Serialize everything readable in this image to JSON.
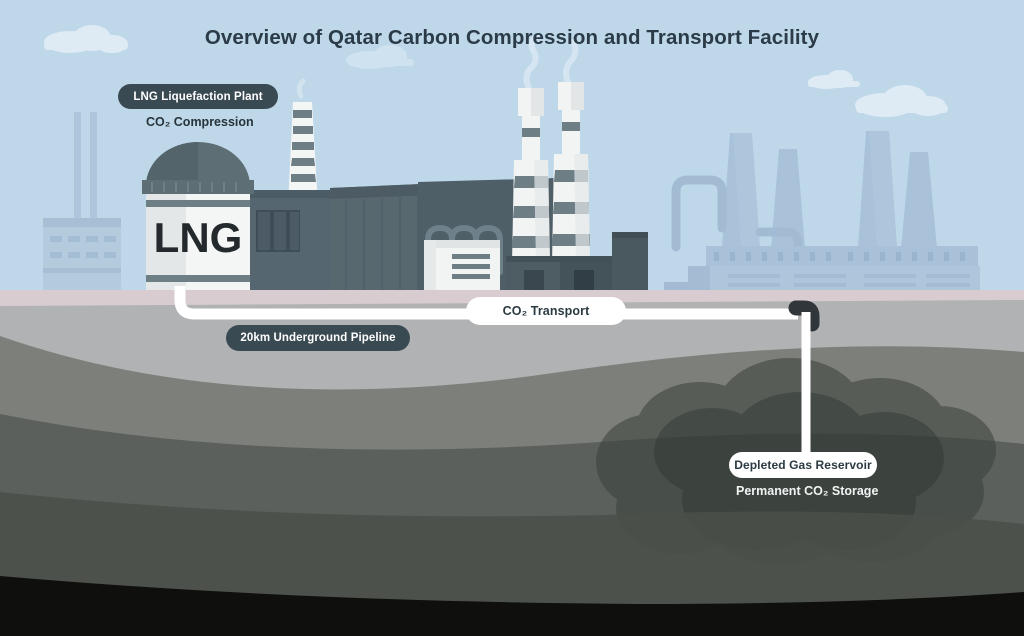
{
  "title": "Overview of Qatar Carbon Compression and Transport Facility",
  "colors": {
    "sky": "#bed8ea",
    "cloud": "#e3eef6",
    "surface_soil": "#d8ccd0",
    "strata_1": "#b0b2b3",
    "strata_2": "#7d7f7a",
    "strata_3": "#5c605c",
    "strata_4": "#4a4f49",
    "strata_5": "#0f100e",
    "reservoir": "#3e4540",
    "pill_dark": "#3a4a52",
    "pill_light": "#ffffff",
    "title_text": "#2b3b48",
    "plant_dark": "#4d5c63",
    "plant_mid": "#5a6a71",
    "plant_light": "#f4f5f5",
    "plant_band": "#6d7e85",
    "background_structure": "#aec6dc",
    "pipe_white": "#ffffff",
    "pipe_elbow": "#30363a",
    "smoke": "#eef4f8"
  },
  "labels": {
    "lng_plant": {
      "text": "LNG Liquefaction Plant",
      "style": "pill-dark"
    },
    "co2_compression": {
      "text": "CO₂ Compression",
      "style": "plain-dark"
    },
    "pipeline": {
      "text": "20km Underground Pipeline",
      "style": "pill-dark"
    },
    "co2_transport": {
      "text": "CO₂ Transport",
      "style": "pill-light"
    },
    "reservoir": {
      "text": "Depleted Gas Reservoir",
      "style": "pill-light"
    },
    "permanent_storage": {
      "text": "Permanent CO₂ Storage",
      "style": "plain-light"
    }
  },
  "tank": {
    "label": "LNG"
  },
  "diagram_flow": [
    "LNG Liquefaction Plant",
    "CO₂ Compression",
    "20km Underground Pipeline",
    "CO₂ Transport",
    "Depleted Gas Reservoir",
    "Permanent CO₂ Storage"
  ]
}
